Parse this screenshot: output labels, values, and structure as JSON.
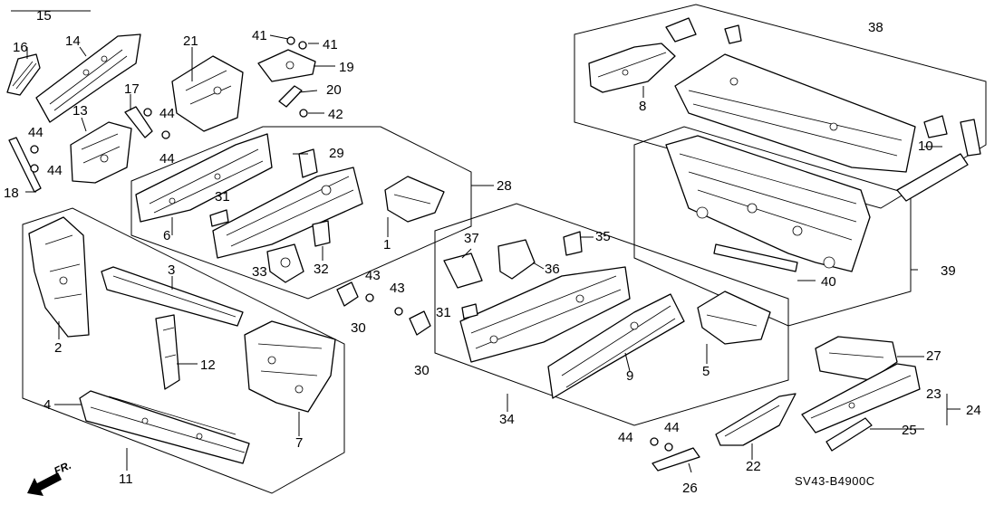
{
  "diagram_code": "SV43-B4900C",
  "direction_label": "FR.",
  "callouts": [
    {
      "id": "15",
      "text": "15"
    },
    {
      "id": "16",
      "text": "16"
    },
    {
      "id": "14",
      "text": "14"
    },
    {
      "id": "21",
      "text": "21"
    },
    {
      "id": "41a",
      "text": "41"
    },
    {
      "id": "41b",
      "text": "41"
    },
    {
      "id": "19",
      "text": "19"
    },
    {
      "id": "20",
      "text": "20"
    },
    {
      "id": "17",
      "text": "17"
    },
    {
      "id": "44a",
      "text": "44"
    },
    {
      "id": "13",
      "text": "13"
    },
    {
      "id": "42",
      "text": "42"
    },
    {
      "id": "44b",
      "text": "44"
    },
    {
      "id": "44c",
      "text": "44"
    },
    {
      "id": "44d",
      "text": "44"
    },
    {
      "id": "29",
      "text": "29"
    },
    {
      "id": "18",
      "text": "18"
    },
    {
      "id": "31a",
      "text": "31"
    },
    {
      "id": "28",
      "text": "28"
    },
    {
      "id": "6",
      "text": "6"
    },
    {
      "id": "1",
      "text": "1"
    },
    {
      "id": "33",
      "text": "33"
    },
    {
      "id": "32",
      "text": "32"
    },
    {
      "id": "3",
      "text": "3"
    },
    {
      "id": "2",
      "text": "2"
    },
    {
      "id": "12",
      "text": "12"
    },
    {
      "id": "4",
      "text": "4"
    },
    {
      "id": "7",
      "text": "7"
    },
    {
      "id": "11",
      "text": "11"
    },
    {
      "id": "43a",
      "text": "43"
    },
    {
      "id": "43b",
      "text": "43"
    },
    {
      "id": "30a",
      "text": "30"
    },
    {
      "id": "30b",
      "text": "30"
    },
    {
      "id": "31b",
      "text": "31"
    },
    {
      "id": "37",
      "text": "37"
    },
    {
      "id": "36",
      "text": "36"
    },
    {
      "id": "35",
      "text": "35"
    },
    {
      "id": "34",
      "text": "34"
    },
    {
      "id": "9",
      "text": "9"
    },
    {
      "id": "5",
      "text": "5"
    },
    {
      "id": "38",
      "text": "38"
    },
    {
      "id": "8",
      "text": "8"
    },
    {
      "id": "10",
      "text": "10"
    },
    {
      "id": "39",
      "text": "39"
    },
    {
      "id": "40",
      "text": "40"
    },
    {
      "id": "27",
      "text": "27"
    },
    {
      "id": "23",
      "text": "23"
    },
    {
      "id": "24",
      "text": "24"
    },
    {
      "id": "25",
      "text": "25"
    },
    {
      "id": "22",
      "text": "22"
    },
    {
      "id": "44e",
      "text": "44"
    },
    {
      "id": "44f",
      "text": "44"
    },
    {
      "id": "26",
      "text": "26"
    }
  ]
}
